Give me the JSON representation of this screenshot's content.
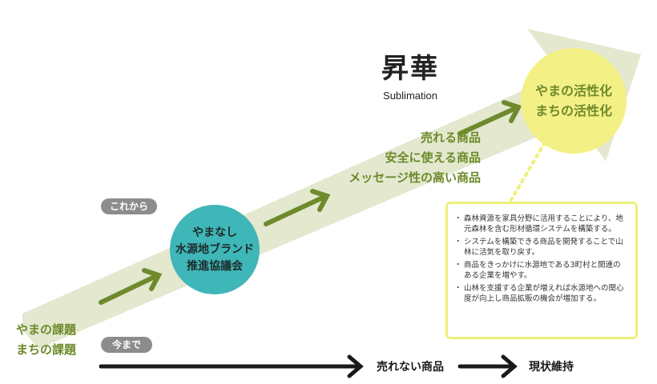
{
  "title": "昇華",
  "subtitle": "Sublimation",
  "pill_future": "これから",
  "pill_past": "今まで",
  "issues": [
    "やまの課題",
    "まちの課題"
  ],
  "council": [
    "やまなし",
    "水源地ブランド",
    "推進協議会"
  ],
  "products": [
    "売れる商品",
    "安全に使える商品",
    "メッセージ性の高い商品"
  ],
  "goal": [
    "やまの活性化",
    "まちの活性化"
  ],
  "info_items": [
    "森林資源を家具分野に活用することにより、地元森林を含む形材循環システムを構築する。",
    "システムを構築できる商品を開発することで山林に活気を取り戻す。",
    "商品をきっかけに水源地である3町村と関連のある企業を増やす。",
    "山林を支援する企業が増えれば水源地への関心度が向上し商品拡販の機会が増加する。"
  ],
  "unsold": "売れない商品",
  "status_quo": "現状維持",
  "colors": {
    "band": "#e3e8cf",
    "green_arrow": "#6f8a2c",
    "teal": "#3fb6b8",
    "yellow": "#f3f086",
    "black_arrow": "#1a1a1a"
  }
}
